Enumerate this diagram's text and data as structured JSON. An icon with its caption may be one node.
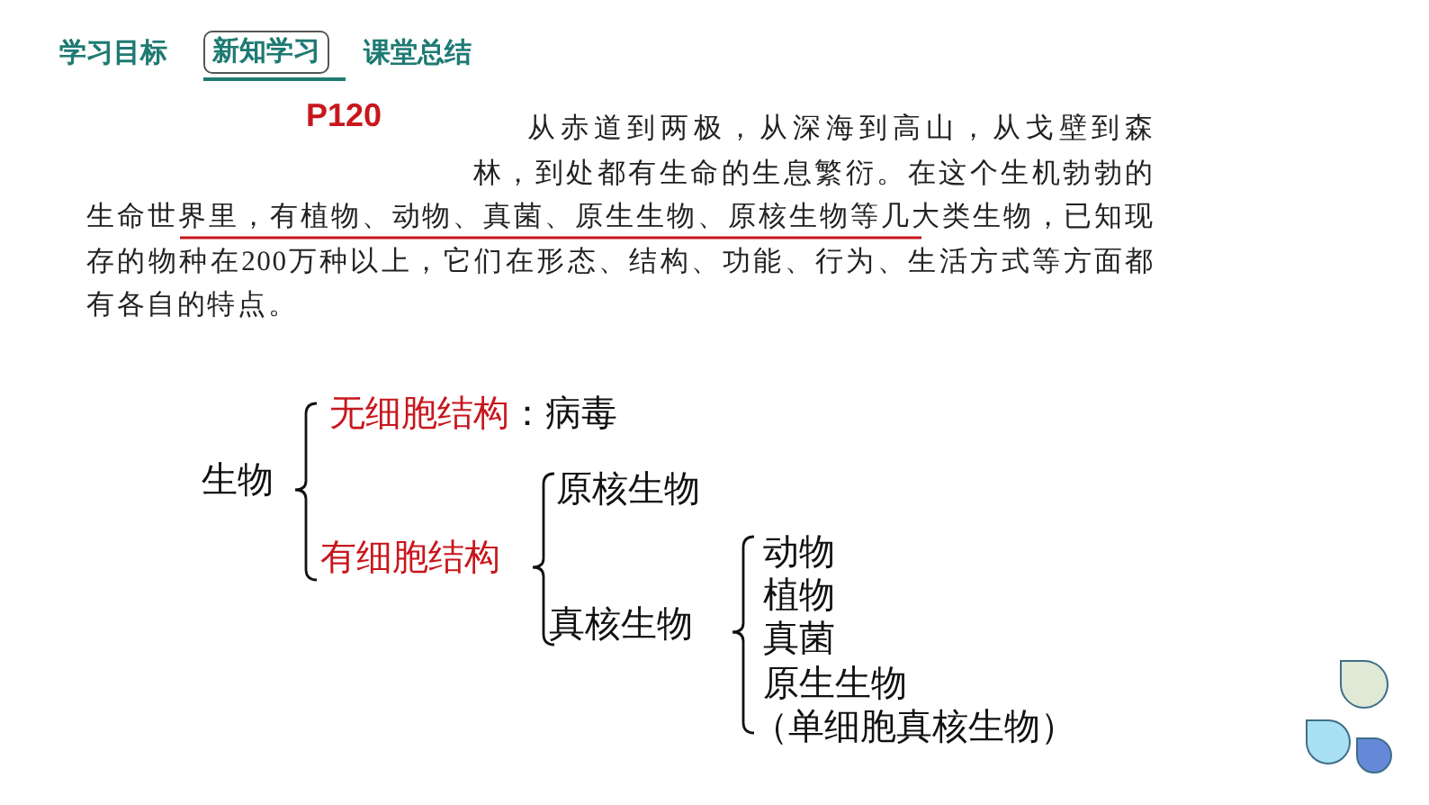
{
  "diagram": {
    "nodes": [
      {
        "text": [
          "新知学习"
        ]
      }
    ],
    "labels": [
      "学习目标",
      "课堂总结",
      "P120",
      "从赤道到两极，从深海到高山，从戈壁到森林，到处都有生命的生息繁衍。在这个生机勃勃的生命世界里，有植物、动物、真菌、原生生物、原核生物等几大类生物，已知现存的物种在200万种以上，它们在形态、结构、功能、行为、生活方式等方面都有各自的特点。",
      "生物",
      "无细胞结构",
      "：病毒",
      "有细胞结构",
      "原核生物",
      "真核生物",
      "动物",
      "植物",
      "真菌",
      "原生生物",
      "（单细胞真核生物）"
    ]
  }
}
